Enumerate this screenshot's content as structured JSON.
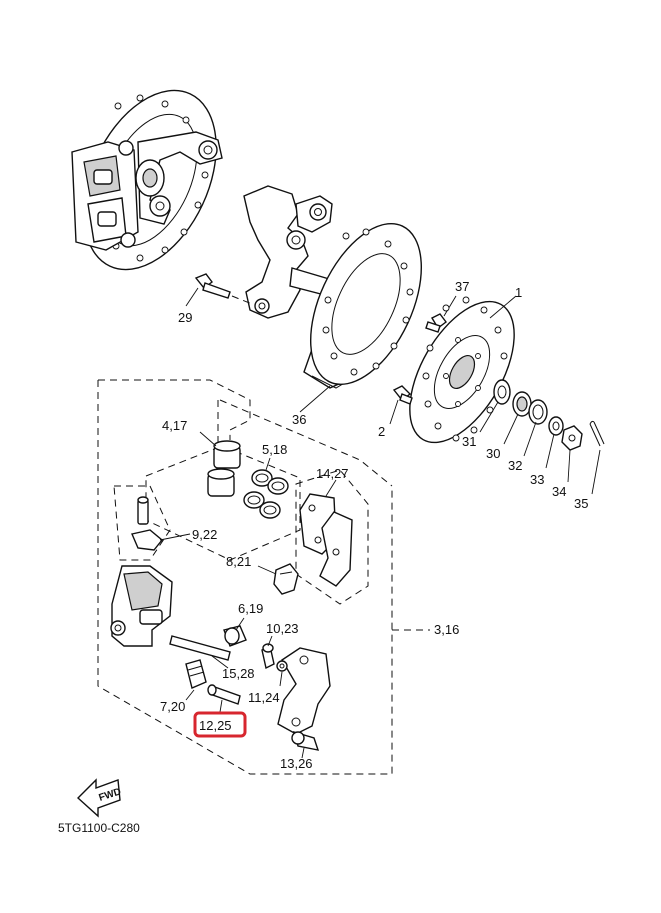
{
  "diagram": {
    "code": "5TG1100-C280",
    "fwd_text": "FWD",
    "highlight_color": "#d7262e",
    "labels": {
      "p1": "1",
      "p2": "2",
      "p29": "29",
      "p37": "37",
      "p36": "36",
      "p31": "31",
      "p30": "30",
      "p32": "32",
      "p33": "33",
      "p34": "34",
      "p35": "35",
      "p4_17": "4,17",
      "p5_18": "5,18",
      "p14_27": "14,27",
      "p9_22": "9,22",
      "p8_21": "8,21",
      "p6_19": "6,19",
      "p10_23": "10,23",
      "p3_16": "3,16",
      "p15_28": "15,28",
      "p7_20": "7,20",
      "p11_24": "11,24",
      "p12_25": "12,25",
      "p13_26": "13,26"
    }
  }
}
